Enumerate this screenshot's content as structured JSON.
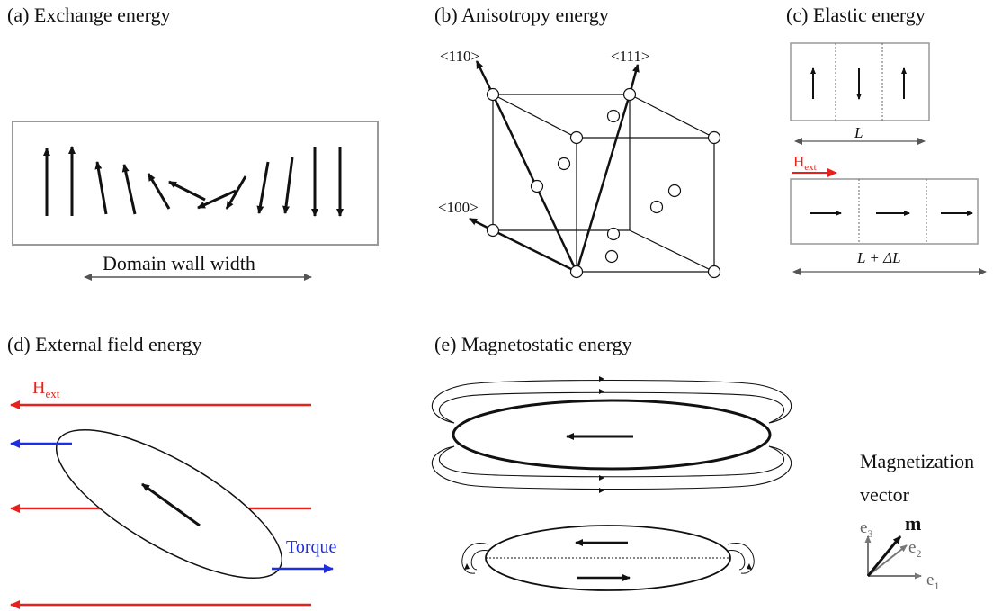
{
  "panels": {
    "a": {
      "title": "(a) Exchange energy",
      "caption": "Domain wall width"
    },
    "b": {
      "title": "(b) Anisotropy energy",
      "dir_110": "<110>",
      "dir_111": "<111>",
      "dir_100": "<100>"
    },
    "c": {
      "title": "(c) Elastic energy",
      "length_top": "L",
      "length_bottom": "L + ΔL",
      "field_main": "H",
      "field_sub": "ext"
    },
    "d": {
      "title": "(d) External field energy",
      "field_main": "H",
      "field_sub": "ext",
      "torque": "Torque"
    },
    "e": {
      "title": "(e) Magnetostatic energy"
    }
  },
  "legend": {
    "heading_line1": "Magnetization",
    "heading_line2": "vector",
    "m_label": "m",
    "e1_main": "e",
    "e1_sub": "1",
    "e2_main": "e",
    "e2_sub": "2",
    "e3_main": "e",
    "e3_sub": "3"
  },
  "colors": {
    "field": "#e8211c",
    "torque": "#1f2fe0",
    "ink": "#111111",
    "frame": "#999999",
    "axis": "#666666"
  }
}
